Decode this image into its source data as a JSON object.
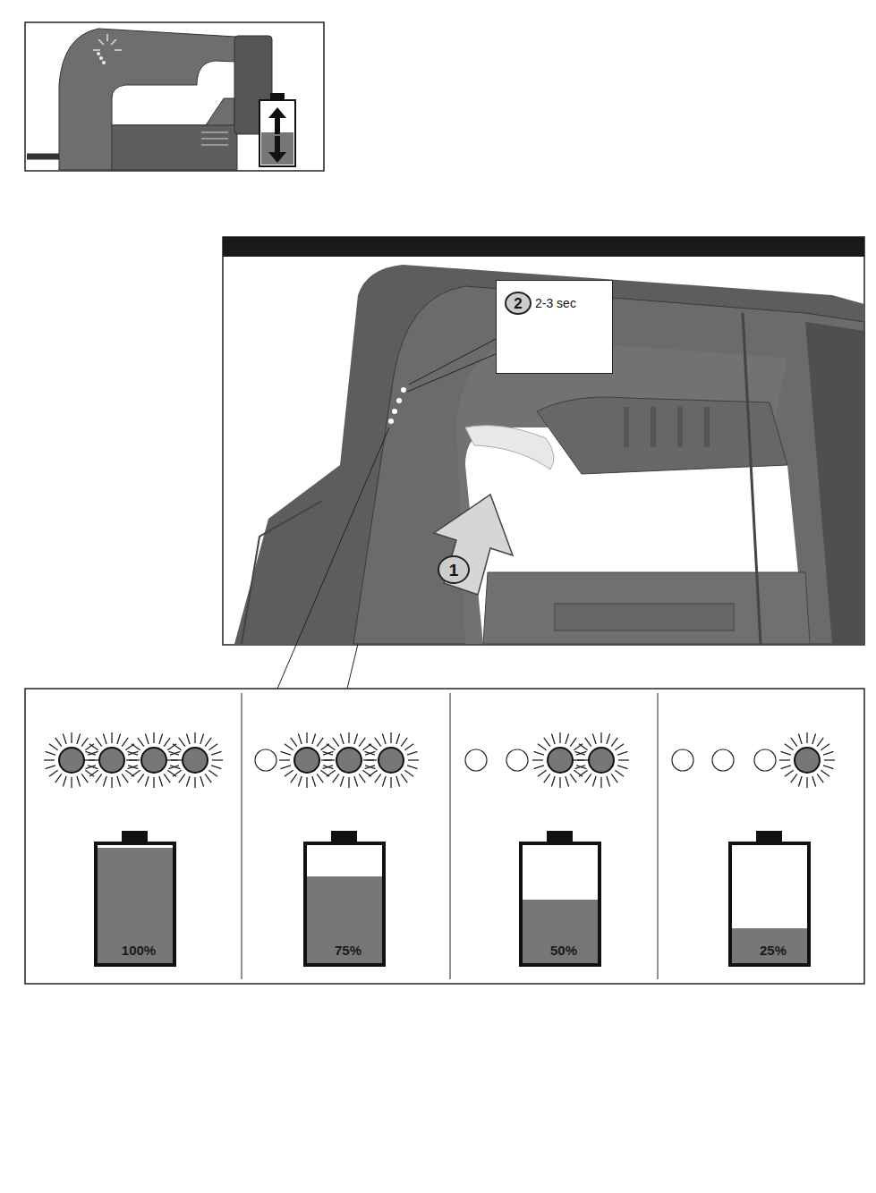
{
  "diagram": {
    "nodes": [
      {
        "text": [
          "2-3 sec"
        ]
      },
      {
        "text": [
          "2"
        ],
        "in": 0
      },
      {
        "text": [
          "1"
        ]
      },
      {
        "text": [
          "100%"
        ]
      },
      {
        "text": [
          "75%"
        ]
      },
      {
        "text": [
          "50%"
        ]
      },
      {
        "text": [
          "25%"
        ]
      }
    ]
  }
}
